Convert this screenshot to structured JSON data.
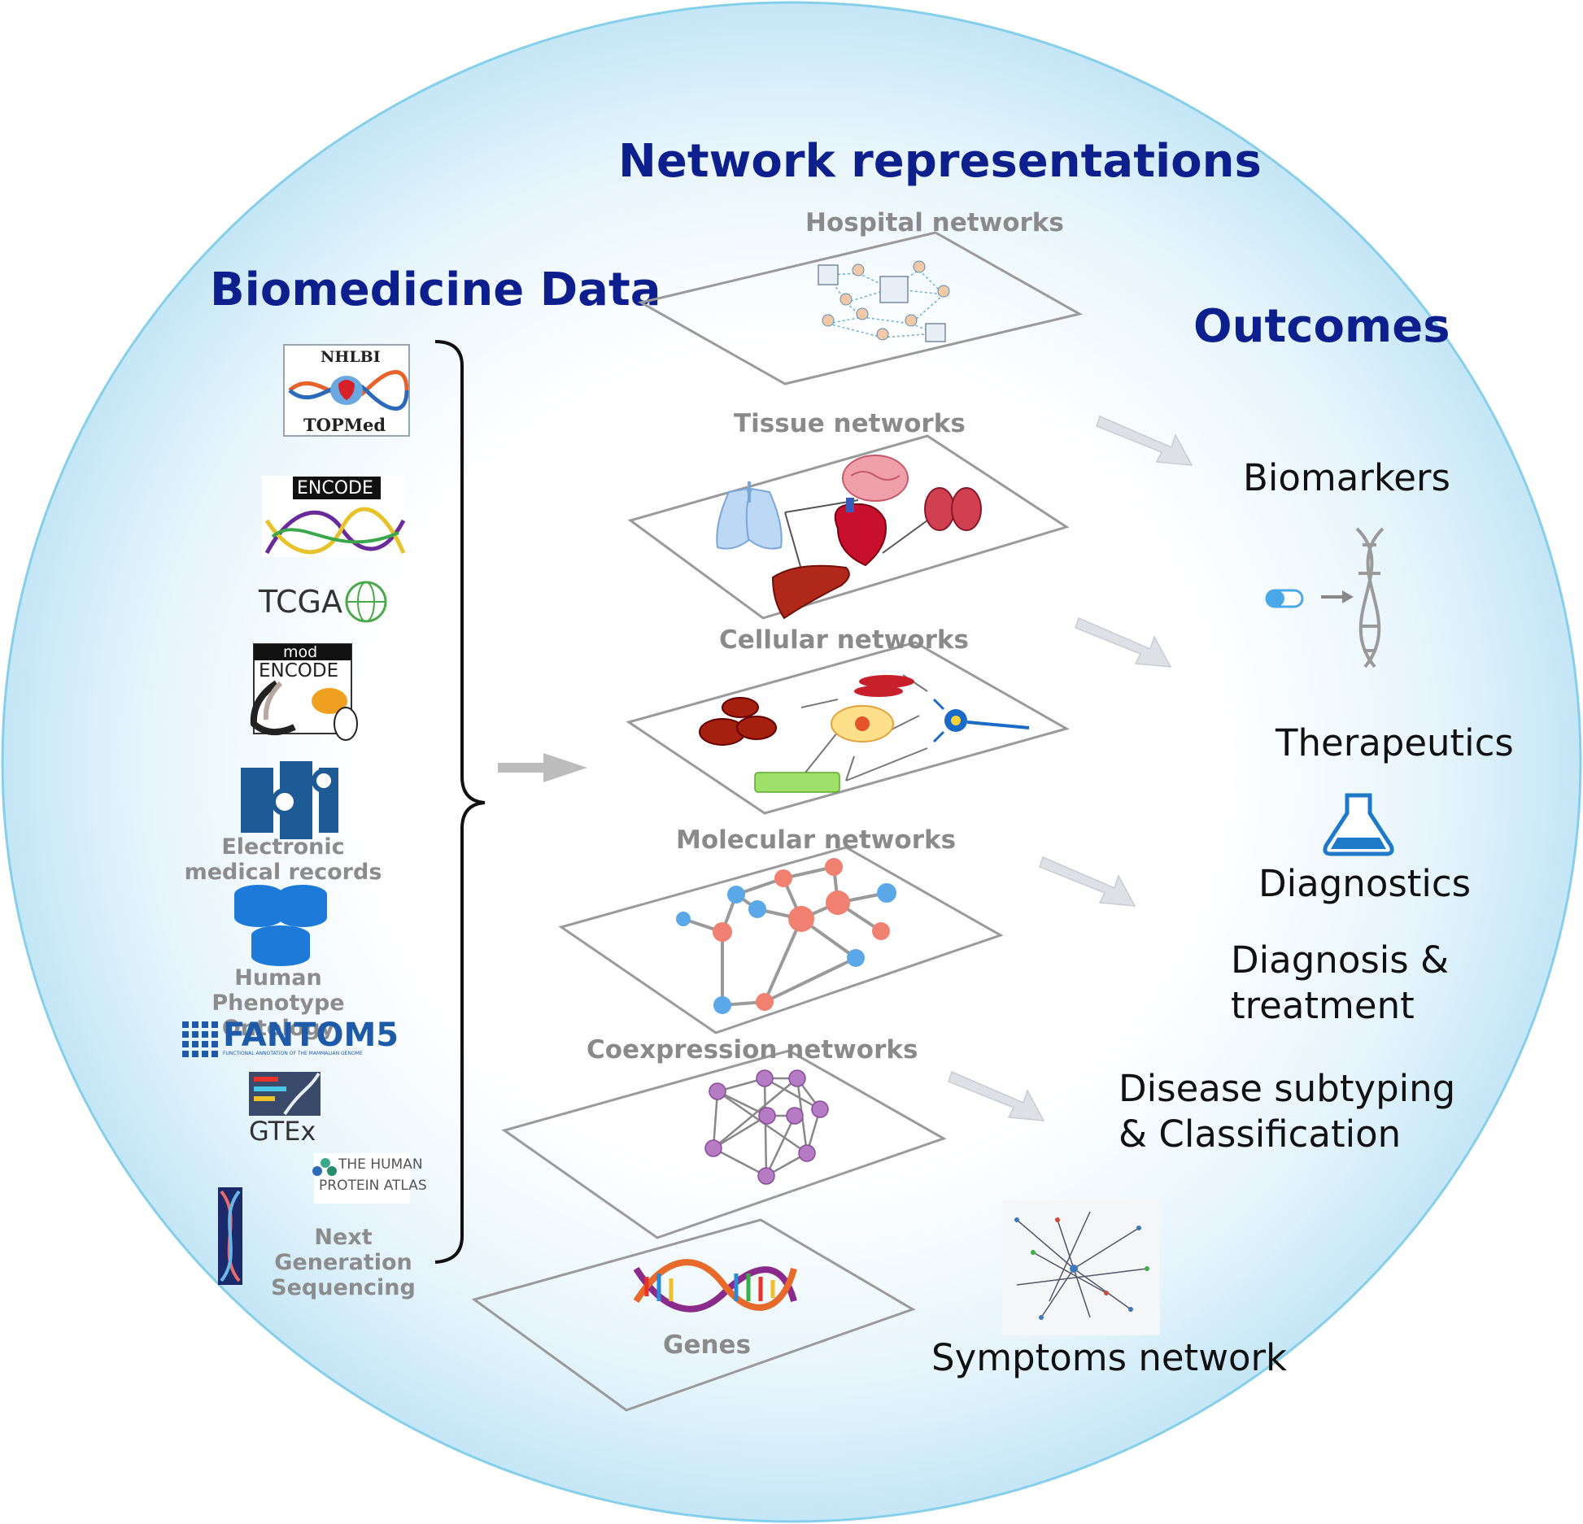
{
  "titles": {
    "network_representations": "Network representations",
    "biomedicine_data": "Biomedicine Data",
    "outcomes": "Outcomes"
  },
  "layers": [
    {
      "label": "Hospital networks"
    },
    {
      "label": "Tissue networks"
    },
    {
      "label": "Cellular networks"
    },
    {
      "label": "Molecular networks"
    },
    {
      "label": "Coexpression networks"
    },
    {
      "label": "Genes"
    }
  ],
  "sources": {
    "topmed": {
      "top": "NHLBI",
      "bottom": "TOPMed"
    },
    "encode": "ENCODE",
    "tcga": "TCGA",
    "modencode": {
      "top": "mod",
      "bottom": "ENCODE"
    },
    "emr": "Electronic medical records",
    "hpo": "Human Phenotype Ontology",
    "fantom": "FANTOM5",
    "fantom_sub": "FUNCTIONAL ANNOTATION OF THE MAMMALIAN GENOME",
    "gtex": "GTEx",
    "hpa": {
      "line1": "THE HUMAN",
      "line2": "PROTEIN ATLAS"
    },
    "ngs": "Next Generation Sequencing"
  },
  "outcomes": {
    "biomarkers": "Biomarkers",
    "therapeutics": "Therapeutics",
    "diagnostics": "Diagnostics",
    "diagnosis_treatment": {
      "line1": "Diagnosis &",
      "line2": "treatment"
    },
    "disease_subtyping": {
      "line1": "Disease subtyping",
      "line2": "& Classification"
    },
    "symptoms_network": "Symptoms network"
  },
  "icons": [
    "topmed-logo",
    "encode-logo",
    "tcga-logo",
    "modencode-logo",
    "emr-icon",
    "database-icon",
    "fantom5-logo",
    "gtex-logo",
    "hpa-logo",
    "ngs-dna-icon",
    "hospital-icon",
    "doctor-icon",
    "lung-icon",
    "brain-icon",
    "heart-icon",
    "kidney-icon",
    "liver-icon",
    "red-blood-cell-icon",
    "neuron-icon",
    "capsule-icon",
    "dna-icon",
    "flask-icon",
    "dna-helix-icon",
    "symptoms-network-icon",
    "arrow-icon"
  ],
  "colors": {
    "title": "#0d1f8c",
    "circle_edge": "#7ccbe8",
    "circle_fill": "#cfeaf7",
    "layer_label": "#8a8a8a",
    "node_blue": "#5aa8e8",
    "node_red": "#f08070",
    "node_purple": "#b57cc4"
  }
}
